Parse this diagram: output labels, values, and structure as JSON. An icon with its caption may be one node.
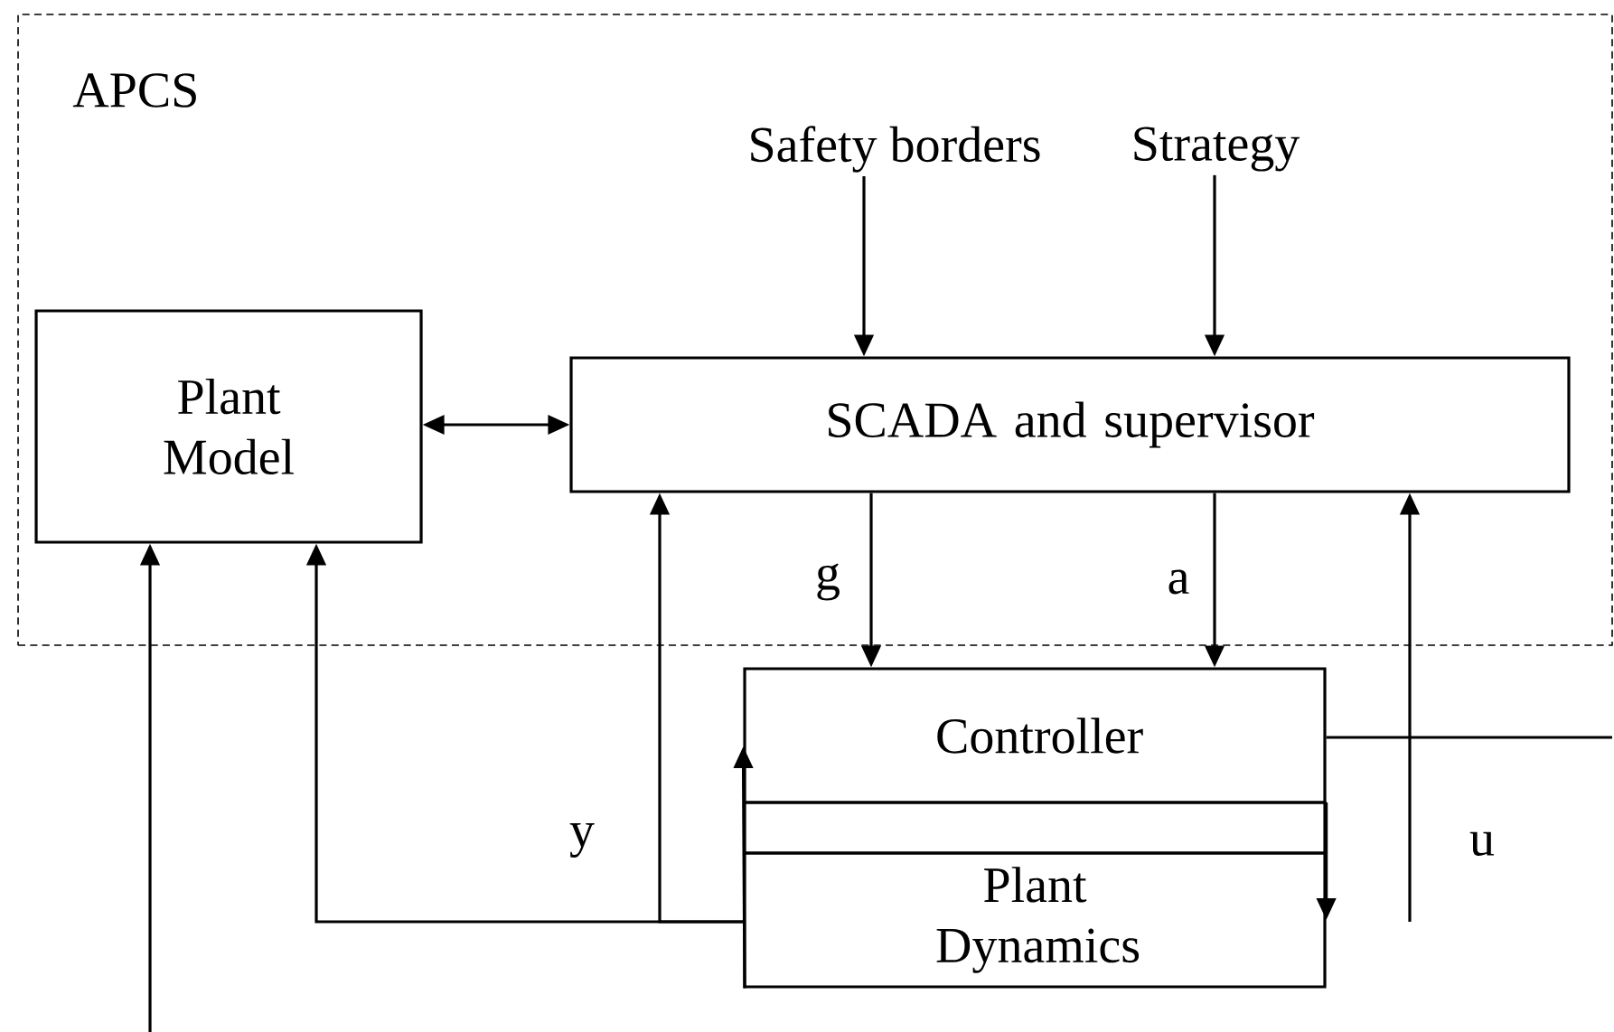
{
  "diagram": {
    "nodes": [
      {
        "text": [
          "APCS"
        ]
      },
      {
        "text": [
          "Plant Model"
        ],
        "in": 0
      },
      {
        "text": [
          "SCADA and supervisor"
        ],
        "in": 0
      },
      {
        "text": [
          "Safety borders"
        ],
        "in": 0
      },
      {
        "text": [
          "Strategy"
        ],
        "in": 0
      },
      {
        "text": [
          "Controller"
        ]
      },
      {
        "text": [],
        "shape": "box"
      },
      {
        "text": [
          "Plant Dynamics"
        ]
      }
    ],
    "edges": [
      {
        "from": 1,
        "to": 2,
        "arrow": "both"
      },
      {
        "from": 3,
        "to": 2,
        "arrow": "to"
      },
      {
        "from": 4,
        "to": 2,
        "arrow": "to"
      },
      {
        "from": 2,
        "to": 5,
        "arrow": "to",
        "label": "g"
      },
      {
        "from": 2,
        "to": 5,
        "arrow": "to",
        "label": "a"
      },
      {
        "from": 7,
        "to": 1,
        "arrow": "to"
      },
      {
        "from": 7,
        "to": 2,
        "arrow": "to",
        "label": "y"
      },
      {
        "from": 5,
        "to": 7,
        "arrow": "to"
      },
      {
        "from": 7,
        "to": 5,
        "arrow": "to"
      },
      {
        "from": 5,
        "to": null,
        "arrow": "none"
      },
      {
        "from": null,
        "to": 2,
        "arrow": "to",
        "label": "u"
      },
      {
        "from": null,
        "to": 1,
        "arrow": "to"
      }
    ]
  }
}
